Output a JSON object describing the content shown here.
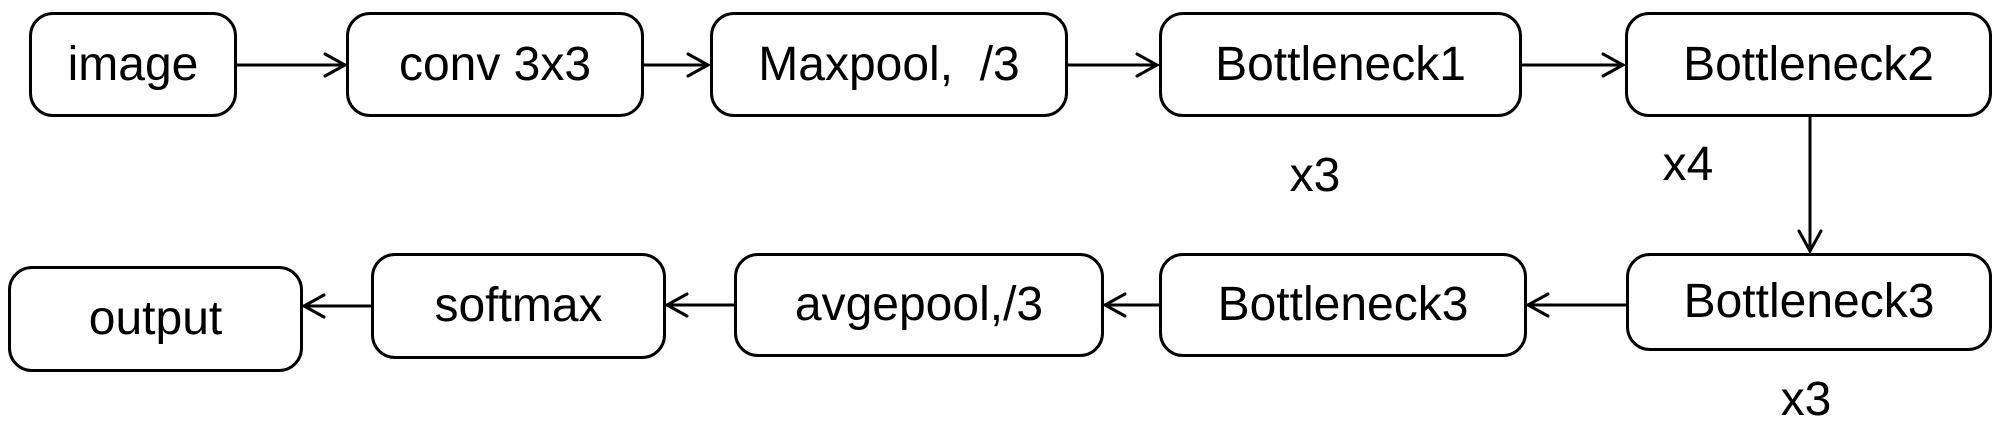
{
  "diagram": {
    "colors": {
      "stroke": "#000000",
      "box_fill": "#ffffff",
      "background": "#ffffff",
      "text": "#000000"
    },
    "nodes": {
      "image": {
        "label": "image"
      },
      "conv": {
        "label": "conv 3x3"
      },
      "maxpool": {
        "label": "Maxpool,  /3"
      },
      "bottleneck1": {
        "label": "Bottleneck1"
      },
      "bottleneck2": {
        "label": "Bottleneck2"
      },
      "bottleneck3_right": {
        "label": "Bottleneck3"
      },
      "bottleneck3_left": {
        "label": "Bottleneck3"
      },
      "avgepool": {
        "label": "avgepool,/3"
      },
      "softmax": {
        "label": "softmax"
      },
      "output": {
        "label": "output"
      }
    },
    "multipliers": {
      "bottleneck1": {
        "text": "x3"
      },
      "bottleneck2": {
        "text": "x4"
      },
      "bottleneck3_right": {
        "text": "x3"
      }
    },
    "connections": [
      {
        "from": "image",
        "to": "conv"
      },
      {
        "from": "conv",
        "to": "maxpool"
      },
      {
        "from": "maxpool",
        "to": "bottleneck1"
      },
      {
        "from": "bottleneck1",
        "to": "bottleneck2"
      },
      {
        "from": "bottleneck2",
        "to": "bottleneck3_right"
      },
      {
        "from": "bottleneck3_right",
        "to": "bottleneck3_left"
      },
      {
        "from": "bottleneck3_left",
        "to": "avgepool"
      },
      {
        "from": "avgepool",
        "to": "softmax"
      },
      {
        "from": "softmax",
        "to": "output"
      }
    ]
  }
}
